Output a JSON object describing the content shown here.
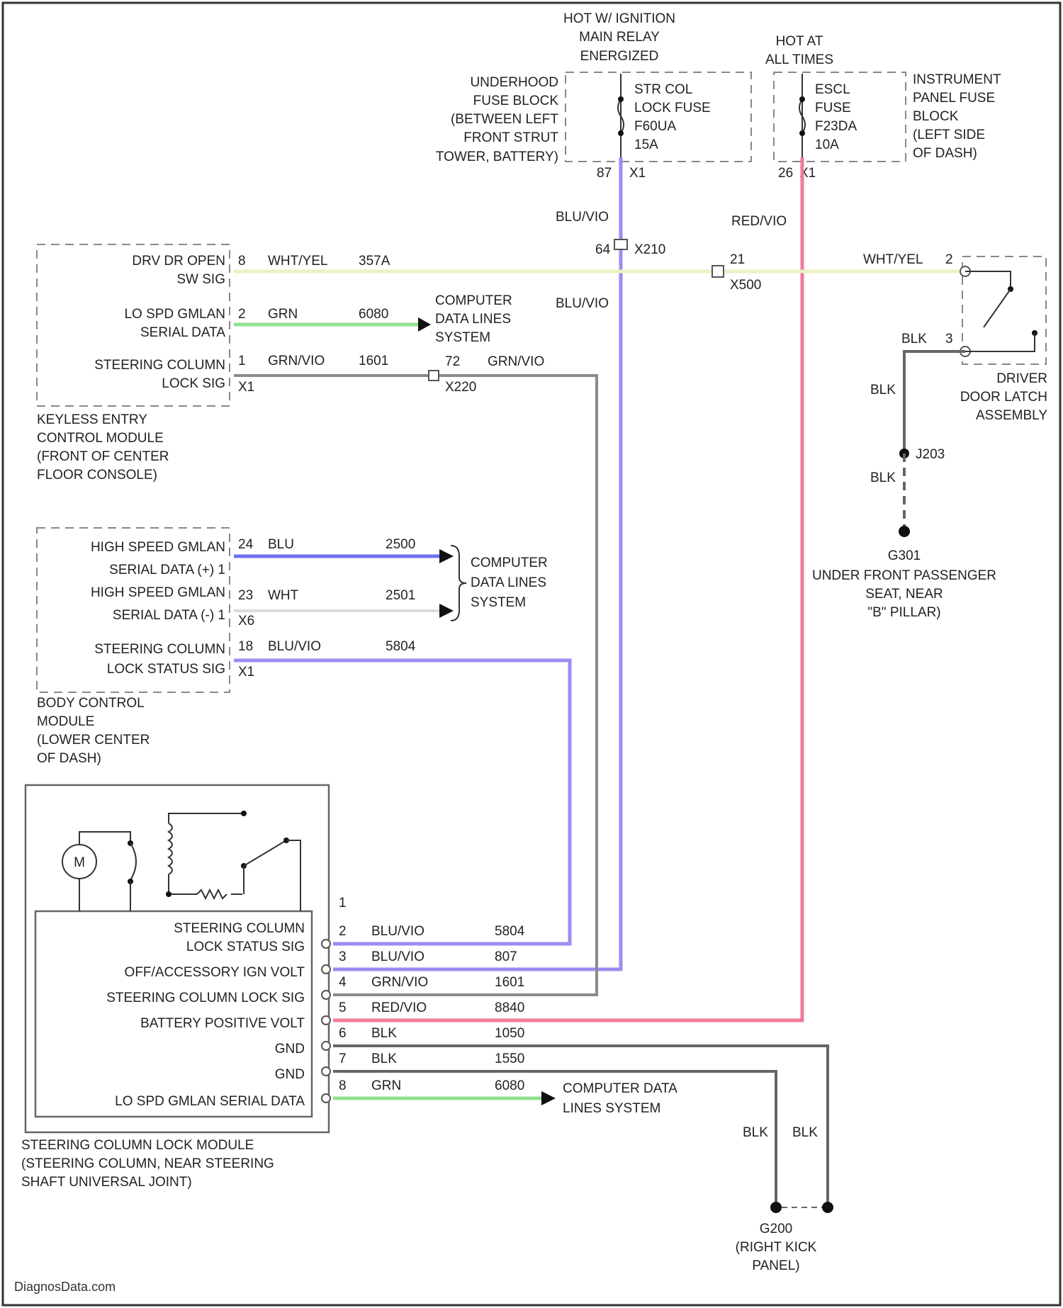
{
  "colors": {
    "blu_vio": "#9b8cf2",
    "red_vio": "#f07a98",
    "wht_yel": "#ecf0c4",
    "grn": "#8fe08f",
    "gry_wire": "#8a8a8a",
    "blu": "#6f6ff0",
    "blk": "#666666",
    "pale": "#dcdcdc"
  },
  "header": {
    "ign_source": [
      "HOT W/ IGNITION",
      "MAIN RELAY",
      "ENERGIZED"
    ],
    "hot_all": [
      "HOT AT",
      "ALL TIMES"
    ],
    "underhood": [
      "UNDERHOOD",
      "FUSE BLOCK",
      "(BETWEEN LEFT",
      "FRONT STRUT",
      "TOWER, BATTERY)"
    ],
    "str_col_fuse": [
      "STR COL",
      "LOCK FUSE",
      "F60UA",
      "15A"
    ],
    "escl_fuse": [
      "ESCL",
      "FUSE",
      "F23DA",
      "10A"
    ],
    "ip_fuse": [
      "INSTRUMENT",
      "PANEL FUSE",
      "BLOCK",
      "(LEFT SIDE",
      "OF DASH)"
    ],
    "pin_x1": "X1",
    "pin_x1_num": "87",
    "pin_x1b": "X1",
    "pin_26": "26"
  },
  "wires": {
    "blu_vio_label": "BLU/VIO",
    "red_vio_label": "RED/VIO",
    "connector_x210": "X210",
    "connector_64": "64",
    "blu_vio_label2": "BLU/VIO",
    "connector_x500": "X500",
    "pin_21": "21"
  },
  "keyless": {
    "pins": [
      {
        "label": [
          "DRV DR OPEN",
          "SW SIG"
        ],
        "pin": "8",
        "color": "WHT/YEL",
        "circuit": "357A"
      },
      {
        "label": [
          "LO SPD GMLAN",
          "SERIAL DATA"
        ],
        "pin": "2",
        "color": "GRN",
        "circuit": "6080"
      },
      {
        "label": [
          "STEERING COLUMN",
          "LOCK SIG"
        ],
        "pin": "1",
        "color": "GRN/VIO",
        "circuit": "1601"
      }
    ],
    "x1": "X1",
    "cds": [
      "COMPUTER",
      "DATA LINES",
      "SYSTEM"
    ],
    "x220_pin": "72",
    "x220_color": "GRN/VIO",
    "x220": "X220",
    "name": [
      "KEYLESS ENTRY",
      "CONTROL MODULE",
      "(FRONT OF CENTER",
      "FLOOR CONSOLE)"
    ]
  },
  "door_latch": {
    "wire_color": "WHT/YEL",
    "pin2": "2",
    "blk": "BLK",
    "pin3": "3",
    "name": [
      "DRIVER",
      "DOOR LATCH",
      "ASSEMBLY"
    ],
    "blk2": "BLK",
    "splice": "J203",
    "blk3": "BLK",
    "ground": "G301",
    "ground_loc": [
      "UNDER FRONT PASSENGER",
      "SEAT, NEAR",
      "\"B\" PILLAR)"
    ]
  },
  "bcm": {
    "pins": [
      {
        "label": [
          "HIGH SPEED GMLAN",
          "SERIAL DATA (+) 1"
        ],
        "pin": "24",
        "color": "BLU",
        "circuit": "2500"
      },
      {
        "label": [
          "HIGH SPEED GMLAN",
          "SERIAL DATA (-) 1"
        ],
        "pin": "23",
        "color": "WHT",
        "circuit": "2501"
      },
      {
        "label": [
          "STEERING COLUMN",
          "LOCK STATUS SIG"
        ],
        "pin": "18",
        "color": "BLU/VIO",
        "circuit": "5804"
      }
    ],
    "x6": "X6",
    "x1": "X1",
    "cds": [
      "COMPUTER",
      "DATA LINES",
      "SYSTEM"
    ],
    "name": [
      "BODY CONTROL",
      "MODULE",
      "(LOWER CENTER",
      "OF DASH)"
    ]
  },
  "sclm": {
    "motor": "M",
    "pin1": "1",
    "rows": [
      {
        "label": [
          "STEERING COLUMN",
          "LOCK STATUS SIG"
        ],
        "pin": "2",
        "color": "BLU/VIO",
        "circuit": "5804"
      },
      {
        "label": [
          "OFF/ACCESSORY IGN VOLT"
        ],
        "pin": "3",
        "color": "BLU/VIO",
        "circuit": "807"
      },
      {
        "label": [
          "STEERING COLUMN LOCK SIG"
        ],
        "pin": "4",
        "color": "GRN/VIO",
        "circuit": "1601"
      },
      {
        "label": [
          "BATTERY POSITIVE VOLT"
        ],
        "pin": "5",
        "color": "RED/VIO",
        "circuit": "8840"
      },
      {
        "label": [
          "GND"
        ],
        "pin": "6",
        "color": "BLK",
        "circuit": "1050"
      },
      {
        "label": [
          "GND"
        ],
        "pin": "7",
        "color": "BLK",
        "circuit": "1550"
      },
      {
        "label": [
          "LO SPD GMLAN SERIAL DATA"
        ],
        "pin": "8",
        "color": "GRN",
        "circuit": "6080"
      }
    ],
    "cds": [
      "COMPUTER DATA",
      "LINES SYSTEM"
    ],
    "name": [
      "STEERING COLUMN LOCK MODULE",
      "(STEERING COLUMN, NEAR STEERING",
      "SHAFT UNIVERSAL JOINT)"
    ],
    "blk_a": "BLK",
    "blk_b": "BLK",
    "ground": "G200",
    "ground_loc": [
      "(RIGHT KICK",
      "PANEL)"
    ]
  },
  "watermark": "DiagnosData.com"
}
